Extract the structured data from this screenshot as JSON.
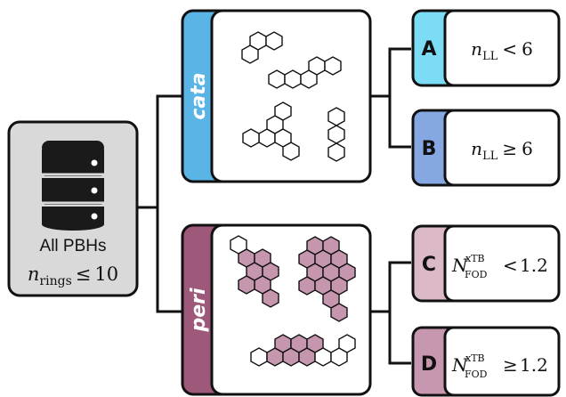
{
  "root": {
    "label": "All PBHs",
    "condition_var": "n",
    "condition_sub": "rings",
    "condition_op": "≤",
    "condition_val": "10",
    "colors": {
      "fill": "#d9d9d9",
      "icon": "#1a1a1a"
    }
  },
  "categories": [
    {
      "label": "cata",
      "color": "#5ab4e6",
      "leaves": [
        {
          "letter": "A",
          "color": "#7ddcf5",
          "var": "n",
          "sub": "LL",
          "sup": "",
          "op": "<",
          "val": "6"
        },
        {
          "letter": "B",
          "color": "#86a8e2",
          "var": "n",
          "sub": "LL",
          "sup": "",
          "op": "≥",
          "val": "6"
        }
      ]
    },
    {
      "label": "peri",
      "color": "#9e587a",
      "leaves": [
        {
          "letter": "C",
          "color": "#dbb9c9",
          "var": "N",
          "sub": "FOD",
          "sup": "xTB",
          "op": "<",
          "val": "1.2"
        },
        {
          "letter": "D",
          "color": "#c697ae",
          "var": "N",
          "sub": "FOD",
          "sup": "xTB",
          "op": "≥",
          "val": "1.2"
        }
      ]
    }
  ],
  "molecule_fill": "#c596ae",
  "line_color": "#111111"
}
